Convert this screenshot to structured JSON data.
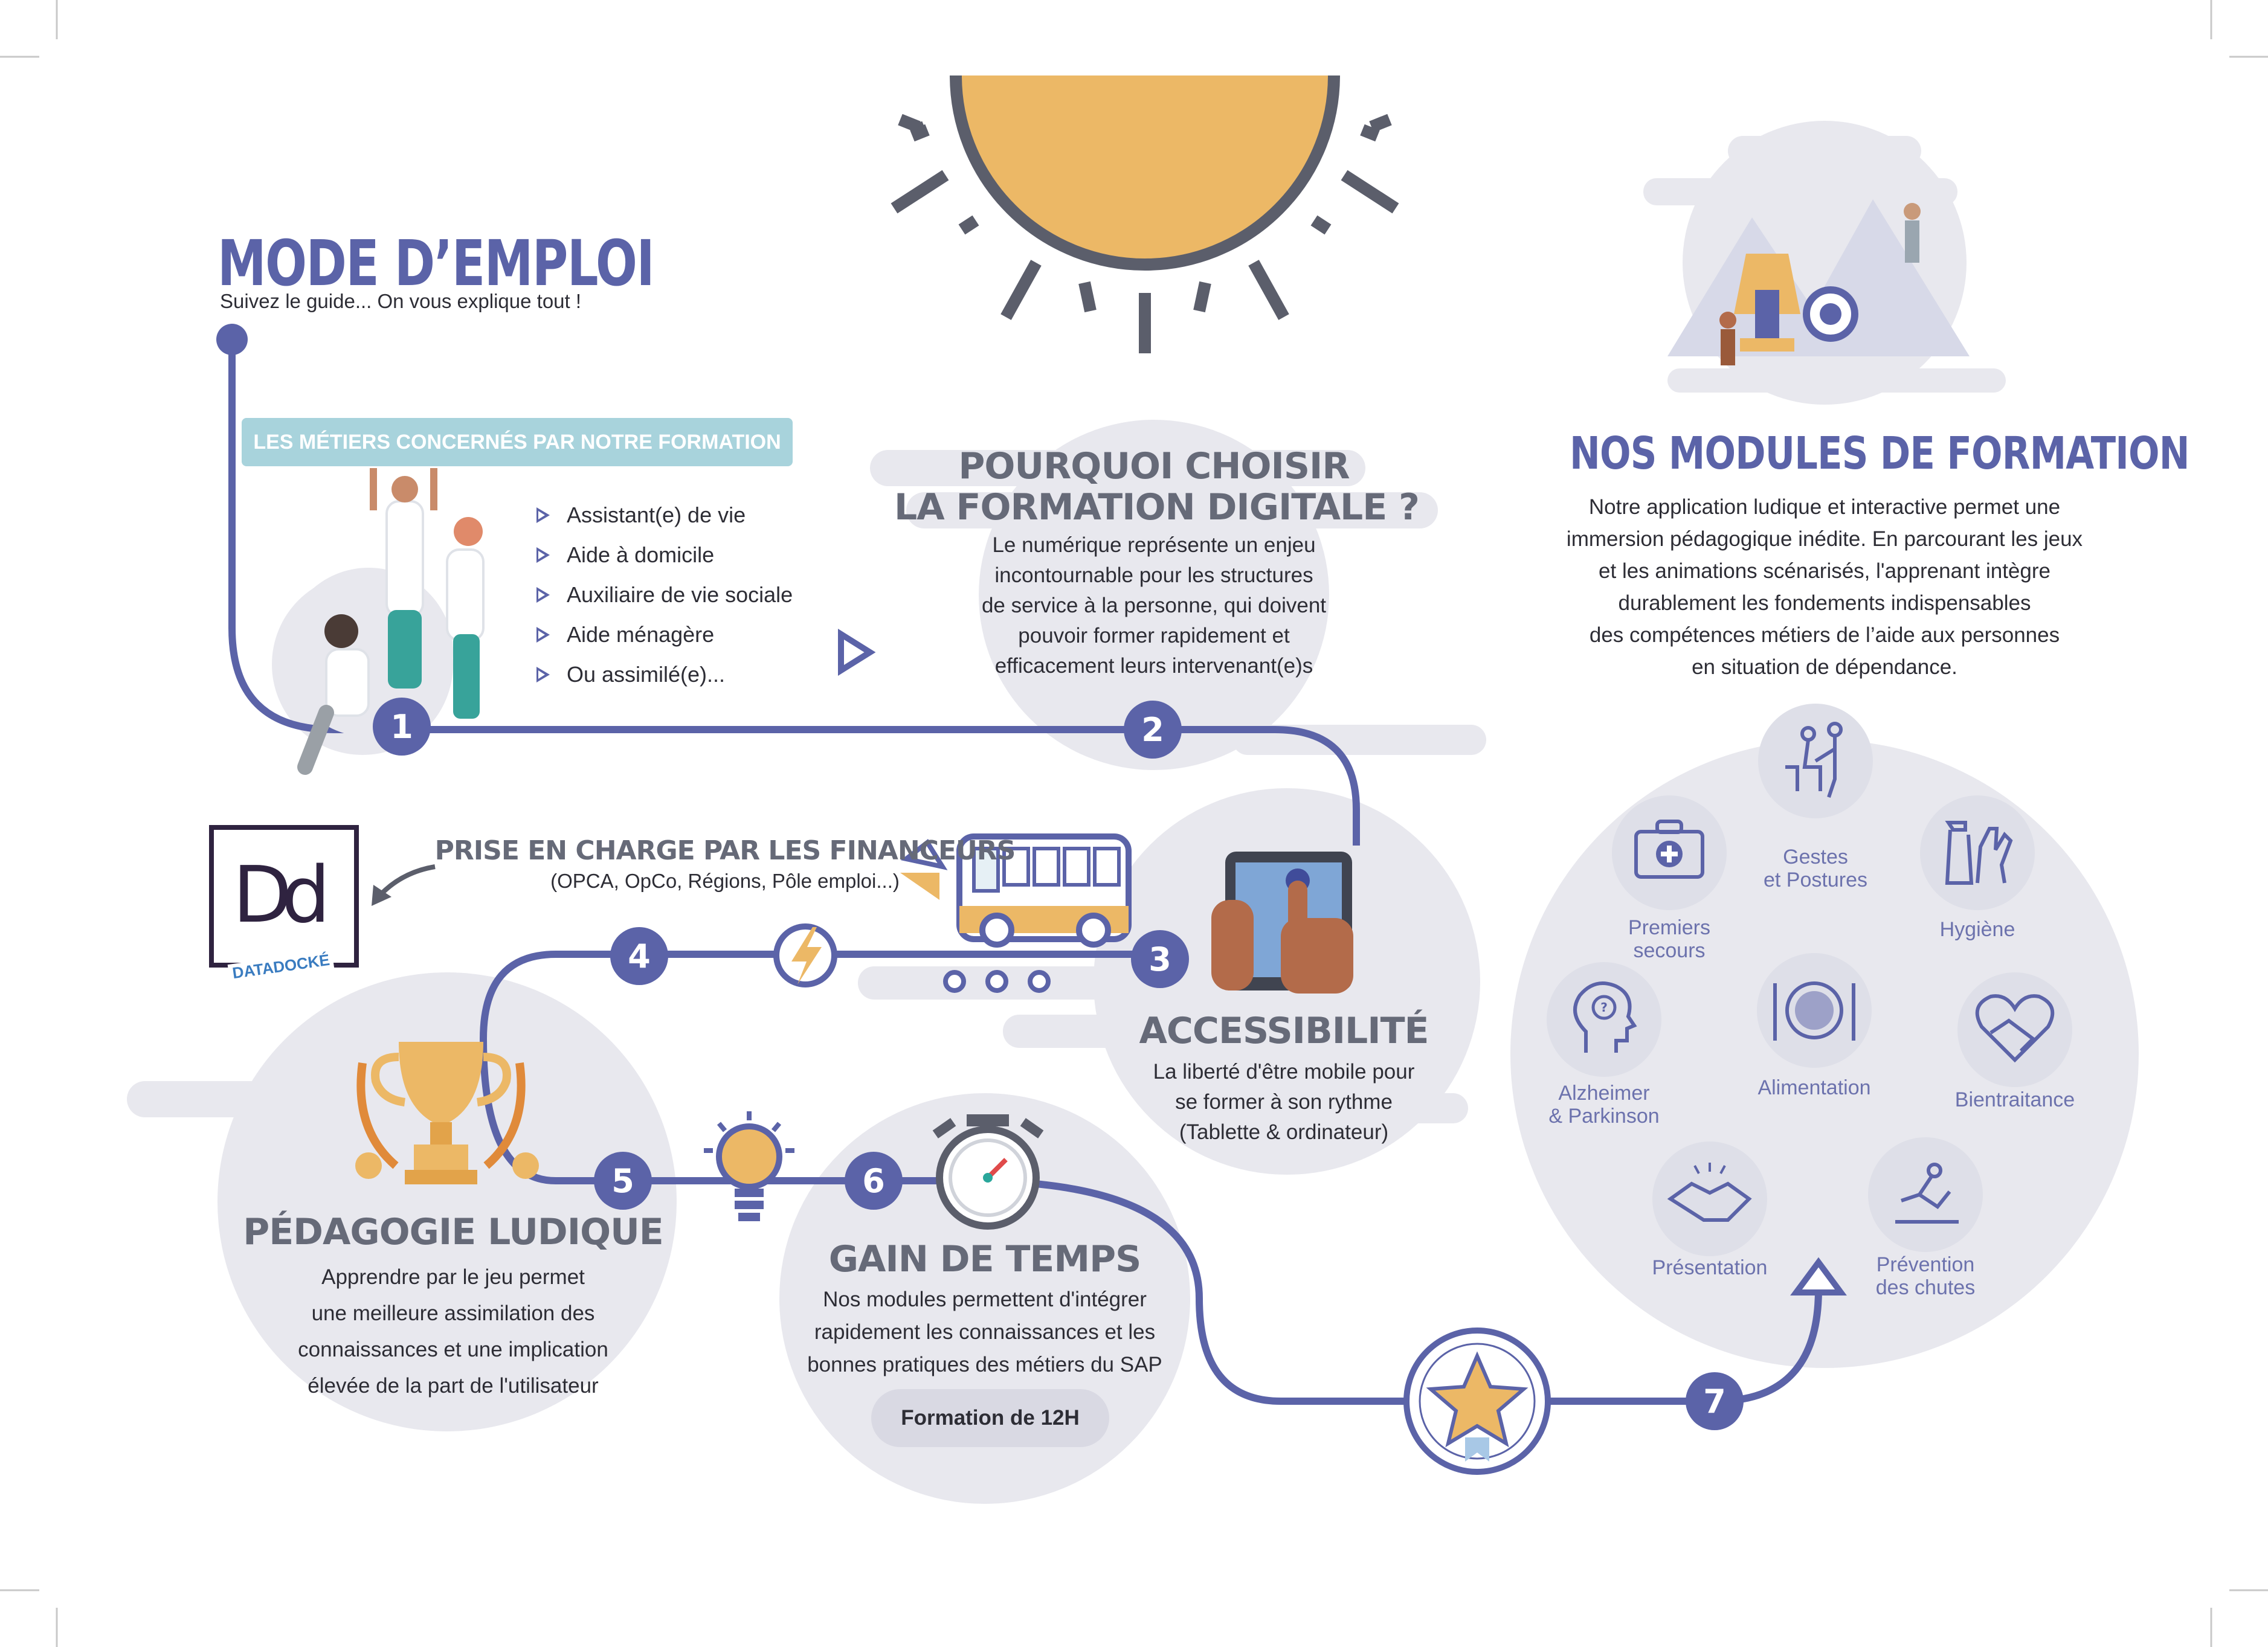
{
  "colors": {
    "accent": "#5b63a8",
    "sun": "#ecb866",
    "cloud": "#e8e8ee",
    "banner": "#a8d3dc",
    "grey_text": "#666a78"
  },
  "header": {
    "title": "MODE D’EMPLOI",
    "subtitle": "Suivez le guide... On vous explique tout !"
  },
  "step1": {
    "number": "1",
    "banner": "LES MÉTIERS CONCERNÉS PAR NOTRE FORMATION",
    "items": [
      "Assistant(e) de vie",
      "Aide à domicile",
      "Auxiliaire de vie sociale",
      "Aide ménagère",
      "Ou assimilé(e)..."
    ]
  },
  "step2": {
    "number": "2",
    "title_line1": "POURQUOI CHOISIR",
    "title_line2": "LA FORMATION DIGITALE ?",
    "body": [
      "Le numérique représente un enjeu",
      "incontournable pour les structures",
      "de service à la personne, qui doivent",
      "pouvoir former rapidement et",
      "efficacement leurs intervenant(e)s"
    ]
  },
  "step3": {
    "number": "3",
    "title": "ACCESSIBILITÉ",
    "body": [
      "La liberté d'être mobile pour",
      "se former à son rythme",
      "(Tablette & ordinateur)"
    ]
  },
  "step4": {
    "number": "4",
    "title": "PRISE EN CHARGE PAR LES FINANCEURS",
    "subtitle": "(OPCA, OpCo, Régions, Pôle emploi...)",
    "logo_text": "DATADOCKÉ",
    "logo_letters": "Dd"
  },
  "step5": {
    "number": "5",
    "title": "PÉDAGOGIE LUDIQUE",
    "body": [
      "Apprendre par le jeu permet",
      "une meilleure assimilation des",
      "connaissances et une implication",
      "élevée de la part de l'utilisateur"
    ]
  },
  "step6": {
    "number": "6",
    "title": "GAIN DE TEMPS",
    "body": [
      "Nos modules permettent d'intégrer",
      "rapidement les connaissances et les",
      "bonnes pratiques des métiers du SAP"
    ],
    "pill": "Formation de 12H"
  },
  "step7": {
    "number": "7"
  },
  "modules": {
    "title": "NOS MODULES DE FORMATION",
    "body": [
      "Notre application ludique et interactive permet une",
      "immersion pédagogique inédite. En parcourant les jeux",
      "et les animations scénarisés, l'apprenant intègre",
      "durablement les fondements indispensables",
      "des compétences métiers de l’aide aux personnes",
      "en situation de dépendance."
    ],
    "items": [
      {
        "name": "gestes",
        "label": [
          "Gestes",
          "et Postures"
        ],
        "icon": "posture-icon"
      },
      {
        "name": "premiers-secours",
        "label": [
          "Premiers",
          "secours"
        ],
        "icon": "first-aid-kit-icon"
      },
      {
        "name": "hygiene",
        "label": [
          "Hygiène"
        ],
        "icon": "spray-glove-icon"
      },
      {
        "name": "alzheimer",
        "label": [
          "Alzheimer",
          "& Parkinson"
        ],
        "icon": "head-question-icon"
      },
      {
        "name": "alimentation",
        "label": [
          "Alimentation"
        ],
        "icon": "plate-cutlery-icon"
      },
      {
        "name": "bientraitance",
        "label": [
          "Bientraitance"
        ],
        "icon": "heart-hands-icon"
      },
      {
        "name": "presentation",
        "label": [
          "Présentation"
        ],
        "icon": "handshake-icon"
      },
      {
        "name": "prevention-chutes",
        "label": [
          "Prévention",
          "des chutes"
        ],
        "icon": "falling-person-icon"
      }
    ]
  }
}
